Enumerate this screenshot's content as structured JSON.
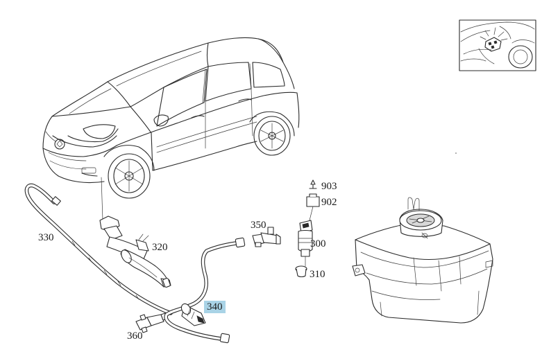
{
  "labels": {
    "p330": "330",
    "p320": "320",
    "p350": "350",
    "p300": "300",
    "p310": "310",
    "p903": "903",
    "p902": "902",
    "p340": "340",
    "p360": "360"
  },
  "highlight_color": "#a9d3e6"
}
